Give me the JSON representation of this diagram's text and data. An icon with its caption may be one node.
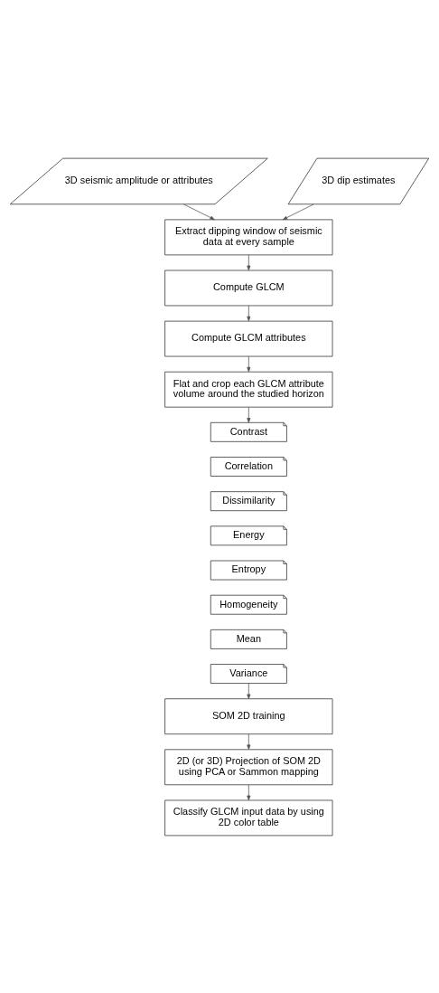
{
  "diagram": {
    "nodes": [
      {
        "text": [
          "3D seismic amplitude or attributes"
        ]
      },
      {
        "text": [
          "3D dip estimates"
        ]
      },
      {
        "text": [
          "Extract dipping window of seismic data at every sample"
        ]
      },
      {
        "text": [
          "Compute GLCM"
        ]
      },
      {
        "text": [
          "Compute GLCM attributes"
        ]
      },
      {
        "text": [
          "Flat and crop each GLCM attribute volume around the studied horizon"
        ]
      },
      {
        "text": [
          "Contrast"
        ]
      },
      {
        "text": [
          "Correlation"
        ]
      },
      {
        "text": [
          "Dissimilarity"
        ]
      },
      {
        "text": [
          "Energy"
        ]
      },
      {
        "text": [
          "Entropy"
        ]
      },
      {
        "text": [
          "Homogeneity"
        ]
      },
      {
        "text": [
          "Mean"
        ]
      },
      {
        "text": [
          "Variance"
        ]
      },
      {
        "text": [
          "SOM 2D training"
        ]
      },
      {
        "text": [
          "2D (or 3D) Projection of SOM 2D using PCA or Sammon mapping"
        ]
      },
      {
        "text": [
          "Classify GLCM input data by using 2D color table"
        ]
      }
    ],
    "edges": [
      {
        "from": 0,
        "to": 2,
        "arrow": "to"
      },
      {
        "from": 1,
        "to": 2,
        "arrow": "to"
      },
      {
        "from": 2,
        "to": 3,
        "arrow": "to"
      },
      {
        "from": 3,
        "to": 4,
        "arrow": "to"
      },
      {
        "from": 4,
        "to": 5,
        "arrow": "to"
      },
      {
        "from": 5,
        "to": 6,
        "arrow": "to"
      },
      {
        "from": 13,
        "to": 14,
        "arrow": "to"
      },
      {
        "from": 14,
        "to": 15,
        "arrow": "to"
      },
      {
        "from": 15,
        "to": 16,
        "arrow": "to"
      }
    ]
  }
}
